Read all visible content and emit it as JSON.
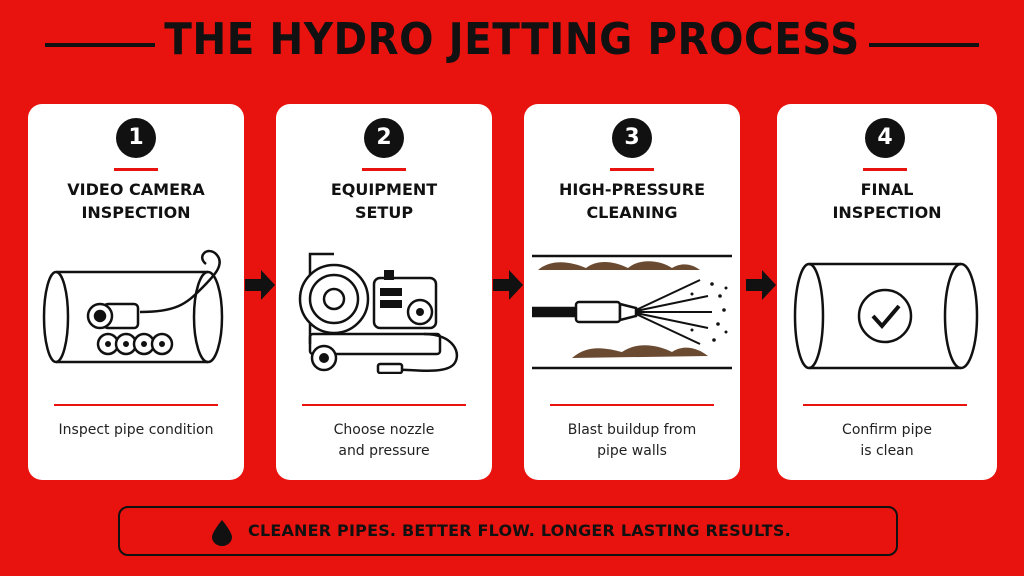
{
  "header": {
    "title": "THE HYDRO JETTING PROCESS"
  },
  "steps": [
    {
      "number": "1",
      "label": "VIDEO CAMERA\nINSPECTION",
      "description": "Inspect pipe condition",
      "icon": "pipe-camera-icon"
    },
    {
      "number": "2",
      "label": "EQUIPMENT\nSETUP",
      "description": "Choose nozzle\nand pressure",
      "icon": "jetter-machine-icon"
    },
    {
      "number": "3",
      "label": "HIGH-PRESSURE\nCLEANING",
      "description": "Blast buildup from\npipe walls",
      "icon": "nozzle-spray-icon"
    },
    {
      "number": "4",
      "label": "FINAL\nINSPECTION",
      "description": "Confirm pipe\nis clean",
      "icon": "clean-pipe-check-icon"
    }
  ],
  "footer": {
    "text": "CLEANER PIPES. BETTER FLOW. LONGER LASTING RESULTS.",
    "icon": "water-drop-icon"
  },
  "colors": {
    "background": "#e8120f",
    "card": "#ffffff",
    "ink": "#111111",
    "accent": "#e8120f",
    "debris": "#6b4a32"
  }
}
